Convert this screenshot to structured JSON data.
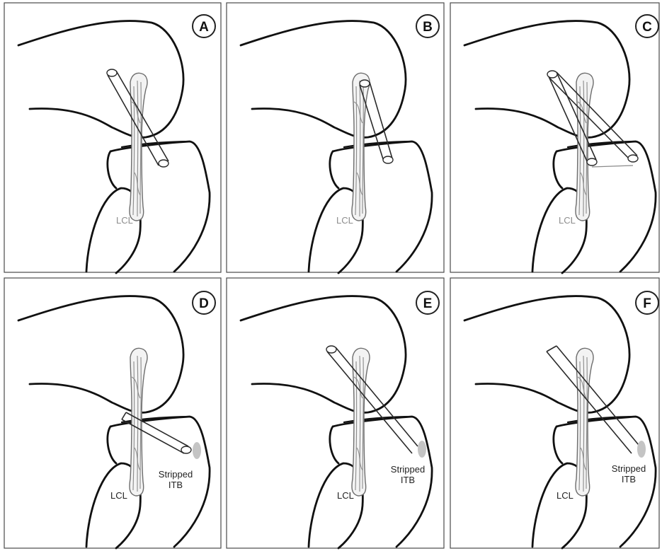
{
  "panels": [
    {
      "letter": "A",
      "lcl_label": "LCL"
    },
    {
      "letter": "B",
      "lcl_label": "LCL"
    },
    {
      "letter": "C",
      "lcl_label": "LCL"
    },
    {
      "letter": "D",
      "lcl_label": "LCL",
      "itb_line1": "Stripped",
      "itb_line2": "ITB"
    },
    {
      "letter": "E",
      "lcl_label": "LCL",
      "itb_line1": "Stripped",
      "itb_line2": "ITB"
    },
    {
      "letter": "F",
      "lcl_label": "LCL",
      "itb_line1": "Stripped",
      "itb_line2": "ITB"
    }
  ]
}
